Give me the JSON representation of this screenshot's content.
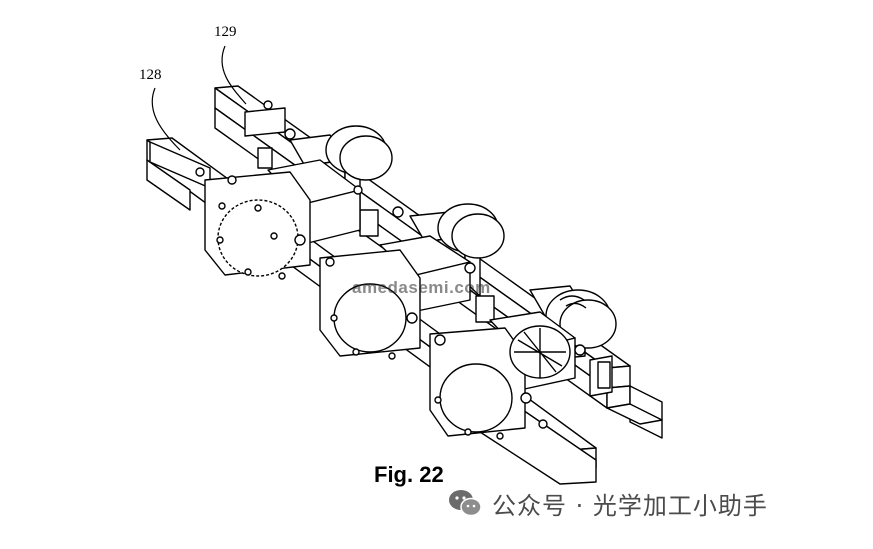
{
  "figure": {
    "caption": "Fig. 22",
    "labels": {
      "ref_129": "129",
      "ref_128": "128"
    }
  },
  "watermarks": {
    "url": "amedasemi.com",
    "wechat": "公众号 · 光学加工小助手"
  },
  "colors": {
    "ink": "#000000",
    "background": "#ffffff",
    "watermark": "#4b4b4b"
  }
}
